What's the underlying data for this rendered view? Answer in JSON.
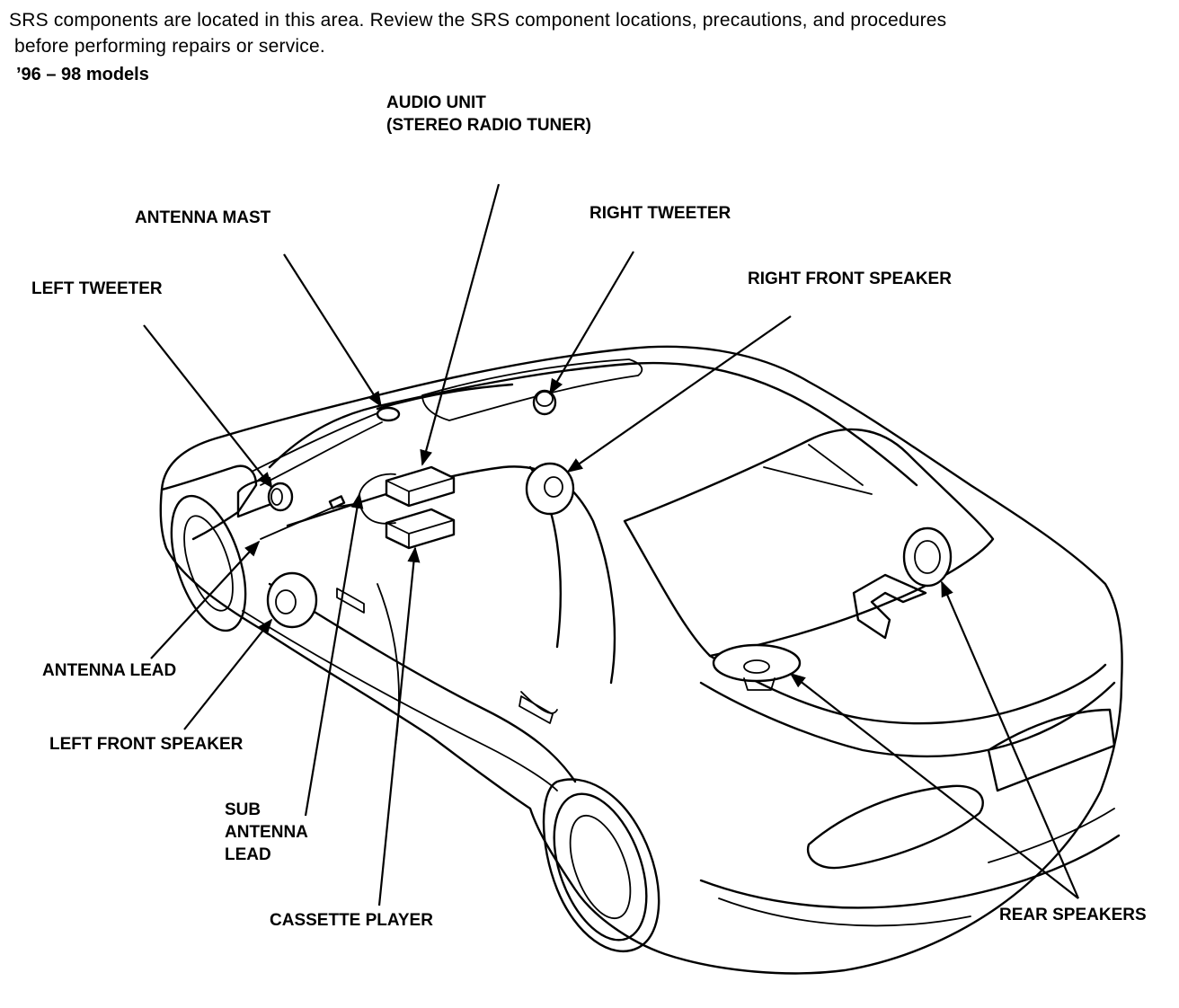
{
  "notice": {
    "line1": "SRS components are located in this area. Review the SRS component locations, precautions, and procedures",
    "line2": "before performing repairs or service."
  },
  "models": "’96 – 98 models",
  "labels": {
    "audio_unit_line1": "AUDIO UNIT",
    "audio_unit_line2": "(STEREO RADIO TUNER)",
    "antenna_mast": "ANTENNA MAST",
    "right_tweeter": "RIGHT TWEETER",
    "right_front_speaker": "RIGHT FRONT SPEAKER",
    "left_tweeter": "LEFT TWEETER",
    "antenna_lead": "ANTENNA LEAD",
    "left_front_speaker": "LEFT FRONT SPEAKER",
    "sub_antenna_lead_line1": "SUB",
    "sub_antenna_lead_line2": "ANTENNA",
    "sub_antenna_lead_line3": "LEAD",
    "cassette_player": "CASSETTE PLAYER",
    "rear_speakers": "REAR SPEAKERS"
  }
}
